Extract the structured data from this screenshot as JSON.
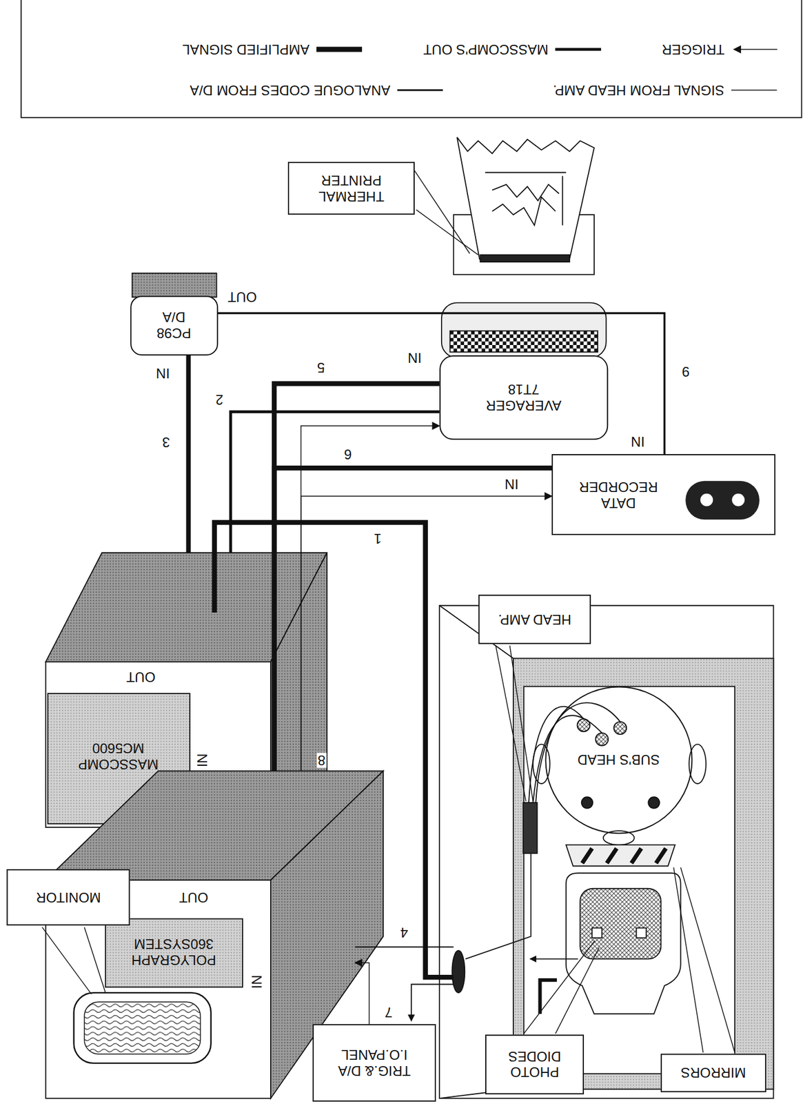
{
  "diagram": {
    "nodes": [
      {
        "text": [
          "MIRRORS"
        ]
      },
      {
        "text": [
          "PHOTO DIODES"
        ]
      },
      {
        "text": [
          "TRIG.& D/A I.O.PANEL"
        ]
      },
      {
        "text": [
          "MONITOR"
        ]
      },
      {
        "text": [
          "POLYGRAPH 360SYSTEM",
          "IN",
          "OUT"
        ]
      },
      {
        "text": [
          "MASSCOMP MC5600",
          "IN",
          "OUT"
        ]
      },
      {
        "text": [
          "HEAD AMP."
        ]
      },
      {
        "text": [
          "SUB'S HEAD"
        ]
      },
      {
        "text": [
          "DATA RECORDER"
        ]
      },
      {
        "text": [
          "AVERAGER 7T18"
        ]
      },
      {
        "text": [
          "PC98 D/A"
        ]
      },
      {
        "text": [
          "THERMAL PRINTER"
        ]
      }
    ],
    "edges": [
      {
        "from": 4,
        "to": 9,
        "arrow": "to"
      },
      {
        "from": 4,
        "to": 8,
        "arrow": "to"
      },
      {
        "from": 4,
        "to": 9,
        "arrow": "none"
      },
      {
        "from": 4,
        "to": 8,
        "arrow": "none"
      },
      {
        "from": 5,
        "to": 9,
        "arrow": "none"
      },
      {
        "from": 5,
        "to": 10,
        "arrow": "none"
      },
      {
        "from": 10,
        "to": 8,
        "arrow": "none"
      },
      {
        "from": 2,
        "to": 4,
        "arrow": "to"
      }
    ],
    "labels": [
      "IN",
      "OUT",
      "IN",
      "IN",
      "IN",
      "1",
      "2",
      "3",
      "4",
      "5",
      "6",
      "7",
      "8",
      "9"
    ],
    "legend": [
      {
        "text": "SIGNAL FROM HEAD AMP."
      },
      {
        "text": "ANALOGUE CODES FROM D/A"
      },
      {
        "text": "TRIGGER"
      },
      {
        "text": "MASSCOMP'S OUT"
      },
      {
        "text": "AMPLIFIED SIGNAL"
      }
    ]
  }
}
